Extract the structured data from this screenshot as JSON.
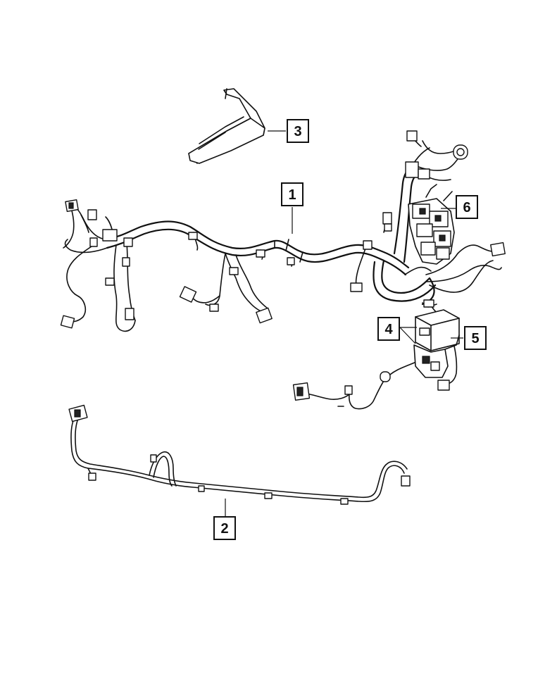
{
  "callouts": [
    {
      "id": "1",
      "label": "1"
    },
    {
      "id": "2",
      "label": "2"
    },
    {
      "id": "3",
      "label": "3"
    },
    {
      "id": "4",
      "label": "4"
    },
    {
      "id": "5",
      "label": "5"
    },
    {
      "id": "6",
      "label": "6"
    }
  ],
  "parts": {
    "1": {
      "icon": "main-wiring-harness"
    },
    "2": {
      "icon": "bumper-wiring-harness"
    },
    "3": {
      "icon": "harness-shield"
    },
    "4": {
      "icon": "fuse-box"
    },
    "5": {
      "icon": "fuse-box-bracket"
    },
    "6": {
      "icon": "relay-connector-block"
    }
  }
}
